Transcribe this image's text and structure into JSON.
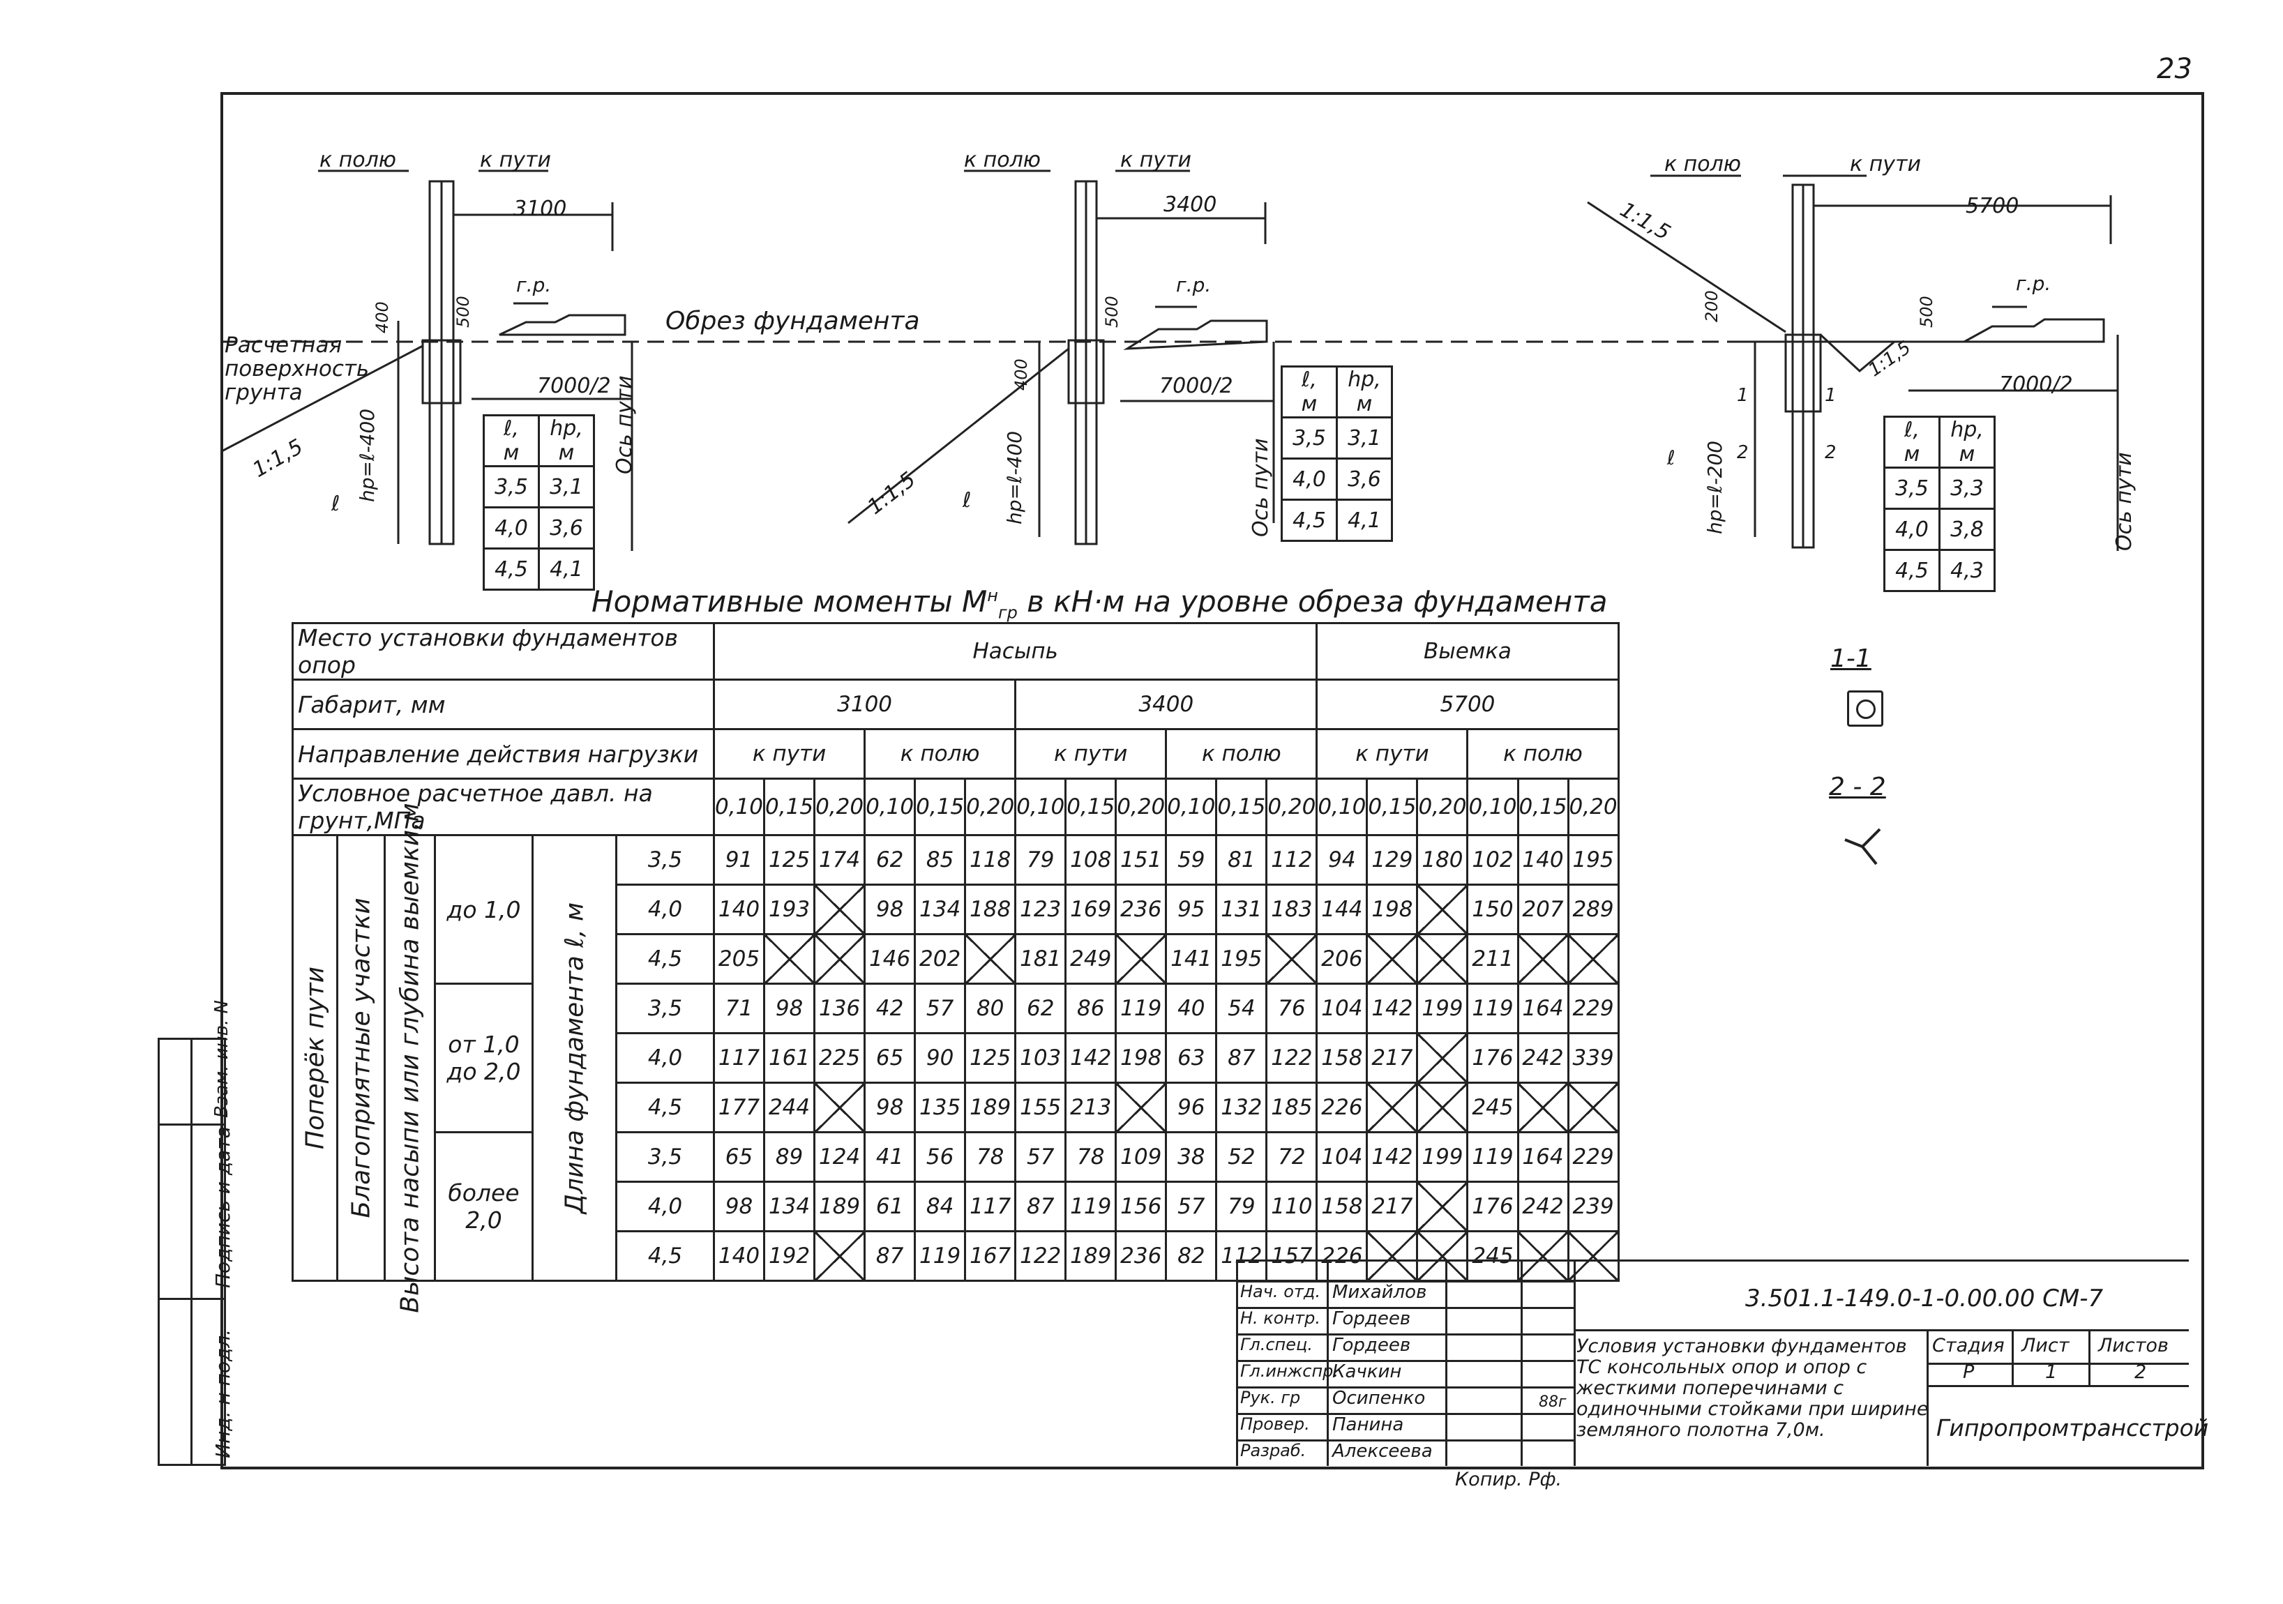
{
  "page_number": "23",
  "diagram_left": {
    "label_to_field": "к полю",
    "label_to_track": "к пути",
    "gauge": "3100",
    "rail_head": "г.р.",
    "dim_500": "500",
    "dim_400": "400",
    "cut_label": "Обрез фундамента",
    "surface_label": [
      "Расчетная",
      "поверхность",
      "грунта"
    ],
    "half_width": "7000/2",
    "axis_label": "Ось пути",
    "slope": "1:1,5",
    "depth_label": "hp=ℓ-400",
    "l_label": "ℓ",
    "table": {
      "h1": "ℓ,",
      "h1b": "м",
      "h2": "hp,",
      "h2b": "м",
      "rows": [
        [
          "3,5",
          "3,1"
        ],
        [
          "4,0",
          "3,6"
        ],
        [
          "4,5",
          "4,1"
        ]
      ]
    }
  },
  "diagram_middle": {
    "label_to_field": "к полю",
    "label_to_track": "к пути",
    "gauge": "3400",
    "rail_head": "г.р.",
    "dim_500": "500",
    "dim_400": "400",
    "half_width": "7000/2",
    "axis_label": "Ось пути",
    "slope": "1:1,5",
    "depth_label": "hp=ℓ-400",
    "l_label": "ℓ",
    "table": {
      "h1": "ℓ,",
      "h1b": "м",
      "h2": "hp,",
      "h2b": "м",
      "rows": [
        [
          "3,5",
          "3,1"
        ],
        [
          "4,0",
          "3,6"
        ],
        [
          "4,5",
          "4,1"
        ]
      ]
    }
  },
  "diagram_right": {
    "label_to_field": "к полю",
    "label_to_track": "к пути",
    "gauge": "5700",
    "rail_head": "г.р.",
    "dim_500": "500",
    "dim_200": "200",
    "half_width": "7000/2",
    "axis_label": "Ось пути",
    "slope_top": "1:1,5",
    "slope_ditch": "1:1,5",
    "depth_label": "hp=ℓ-200",
    "l_label": "ℓ",
    "marks": [
      "1",
      "2",
      "1",
      "2"
    ],
    "table": {
      "h1": "ℓ,",
      "h1b": "м",
      "h2": "hp,",
      "h2b": "м",
      "rows": [
        [
          "3,5",
          "3,3"
        ],
        [
          "4,0",
          "3,8"
        ],
        [
          "4,5",
          "4,3"
        ]
      ]
    }
  },
  "table_title": "Нормативные моменты M",
  "table_title_sup": "н",
  "table_title_sub": "гр",
  "table_title_rest": " в кН·м на уровне обреза фундамента",
  "table": {
    "row_place": "Место установки фундаментов опор",
    "row_gabarit": "Габарит, мм",
    "row_direction": "Направление действия нагрузки",
    "row_pressure": "Условное расчетное давл. на грунт,МПа",
    "embankment": "Насыпь",
    "cut": "Выемка",
    "gabarits": [
      "3100",
      "3400",
      "5700"
    ],
    "to_track": "к пути",
    "to_field": "к полю",
    "pressures": [
      "0,10",
      "0,15",
      "0,20"
    ],
    "side1": "Поперёк пути",
    "side2": "Благоприятные участки",
    "side3": "Высота насыпи или глубина выемки,м",
    "side4": "Длина фундамента ℓ, м",
    "groups": [
      {
        "label1": "до 1,0",
        "label2": ""
      },
      {
        "label1": "от 1,0",
        "label2": "до 2,0"
      },
      {
        "label1": "более",
        "label2": "2,0"
      }
    ],
    "lengths": [
      "3,5",
      "4,0",
      "4,5"
    ],
    "rows": [
      [
        "91",
        "125",
        "174",
        "62",
        "85",
        "118",
        "79",
        "108",
        "151",
        "59",
        "81",
        "112",
        "94",
        "129",
        "180",
        "102",
        "140",
        "195"
      ],
      [
        "140",
        "193",
        "X",
        "98",
        "134",
        "188",
        "123",
        "169",
        "236",
        "95",
        "131",
        "183",
        "144",
        "198",
        "X",
        "150",
        "207",
        "289"
      ],
      [
        "205",
        "X",
        "X",
        "146",
        "202",
        "X",
        "181",
        "249",
        "X",
        "141",
        "195",
        "X",
        "206",
        "X",
        "X",
        "211",
        "X",
        "X"
      ],
      [
        "71",
        "98",
        "136",
        "42",
        "57",
        "80",
        "62",
        "86",
        "119",
        "40",
        "54",
        "76",
        "104",
        "142",
        "199",
        "119",
        "164",
        "229"
      ],
      [
        "117",
        "161",
        "225",
        "65",
        "90",
        "125",
        "103",
        "142",
        "198",
        "63",
        "87",
        "122",
        "158",
        "217",
        "X",
        "176",
        "242",
        "339"
      ],
      [
        "177",
        "244",
        "X",
        "98",
        "135",
        "189",
        "155",
        "213",
        "X",
        "96",
        "132",
        "185",
        "226",
        "X",
        "X",
        "245",
        "X",
        "X"
      ],
      [
        "65",
        "89",
        "124",
        "41",
        "56",
        "78",
        "57",
        "78",
        "109",
        "38",
        "52",
        "72",
        "104",
        "142",
        "199",
        "119",
        "164",
        "229"
      ],
      [
        "98",
        "134",
        "189",
        "61",
        "84",
        "117",
        "87",
        "119",
        "156",
        "57",
        "79",
        "110",
        "158",
        "217",
        "X",
        "176",
        "242",
        "239"
      ],
      [
        "140",
        "192",
        "X",
        "87",
        "119",
        "167",
        "122",
        "189",
        "236",
        "82",
        "112",
        "157",
        "226",
        "X",
        "X",
        "245",
        "X",
        "X"
      ]
    ]
  },
  "sections": {
    "s1": "1-1",
    "s2": "2 - 2"
  },
  "title_block": {
    "code": "3.501.1-149.0-1-0.00.00 СМ-7",
    "roles": [
      "Нач. отд.",
      "Н. контр.",
      "Гл.спец.",
      "Гл.инжспр.",
      "Рук. гр",
      "Провер.",
      "Разраб."
    ],
    "names": [
      "Михайлов",
      "Гордеев",
      "Гордеев",
      "Качкин",
      "Осипенко",
      "Панина",
      "Алексеева"
    ],
    "date": "88г",
    "description": [
      "Условия установки фундаментов",
      "ТС консольных опор и опор с",
      "жесткими поперечинами с",
      "одиночными стойками при ширине",
      "земляного полотна 7,0м."
    ],
    "stage_header": "Стадия",
    "sheet_header": "Лист",
    "sheets_header": "Листов",
    "stage": "Р",
    "sheet": "1",
    "sheets": "2",
    "organization": "Гипропромтрансстрой",
    "copied": "Копир. Рф."
  },
  "side_stamp": [
    "Инд. н подл.",
    "Подпись и дата",
    "Взам. инв. N"
  ]
}
